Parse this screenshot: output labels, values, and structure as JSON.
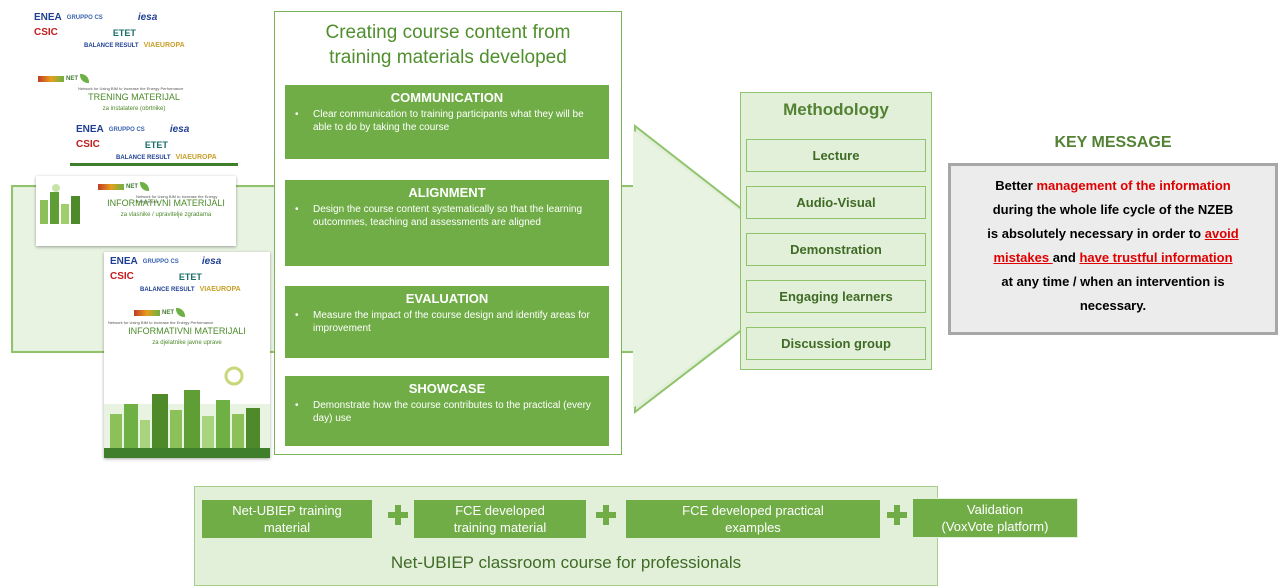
{
  "brochures": {
    "logos": {
      "enea": "ENEA",
      "gruppo": "GRUPPO CS",
      "csic": "CSIC",
      "iesa": "iesa",
      "etet": "ETET",
      "balance": "BALANCE RESULT",
      "via": "VIAEUROPA"
    },
    "net_label": "NET",
    "tagline": "Network for Using BIM to Increase the Energy Performance",
    "doc1": {
      "title": "TRENING MATERIJAL",
      "subtitle": "za instalatere (obrtnike)"
    },
    "doc2": {
      "title": "INFORMATIVNI MATERIJALI",
      "subtitle": "za vlasnike / upravitelje zgradama"
    },
    "doc3": {
      "title": "INFORMATIVNI MATERIJALI",
      "subtitle": "za djelatnike javne uprave"
    }
  },
  "center": {
    "title_line1": "Creating course content from",
    "title_line2": "training materials developed",
    "boxes": [
      {
        "heading": "COMMUNICATION",
        "bullet": "Clear communication to training participants what they will be able to do by taking the course"
      },
      {
        "heading": "ALIGNMENT",
        "bullet": "Design the course content systematically so that the learning outcommes, teaching and assessments are aligned"
      },
      {
        "heading": "EVALUATION",
        "bullet": "Measure the impact of the course design and identify areas for improvement"
      },
      {
        "heading": "SHOWCASE",
        "bullet": "Demonstrate how the course contributes to the practical (every day) use"
      }
    ]
  },
  "methodology": {
    "title": "Methodology",
    "items": [
      "Lecture",
      "Audio-Visual",
      "Demonstration",
      "Engaging learners",
      "Discussion group"
    ]
  },
  "key_message": {
    "title": "KEY MESSAGE",
    "t1": "Better ",
    "r1": "management of the information",
    "t2": "during the whole life cycle of the NZEB",
    "t3": "is absolutely necessary in order to ",
    "r2": "avoid",
    "r3": "mistakes ",
    "t4": "and ",
    "r4": "have trustful information",
    "t5": "at any time / when an intervention is",
    "t6": "necessary."
  },
  "bottom": {
    "items": [
      {
        "line1": "Net-UBIEP training",
        "line2": "material"
      },
      {
        "line1": "FCE developed",
        "line2": "training material"
      },
      {
        "line1": "FCE developed practical",
        "line2": "examples"
      },
      {
        "line1": "Validation",
        "line2": "(VoxVote platform)"
      }
    ],
    "title": "Net-UBIEP classroom course for professionals"
  },
  "colors": {
    "accent_green": "#70ad47",
    "light_green": "#e2efd9",
    "highlight_red": "#e00000"
  }
}
